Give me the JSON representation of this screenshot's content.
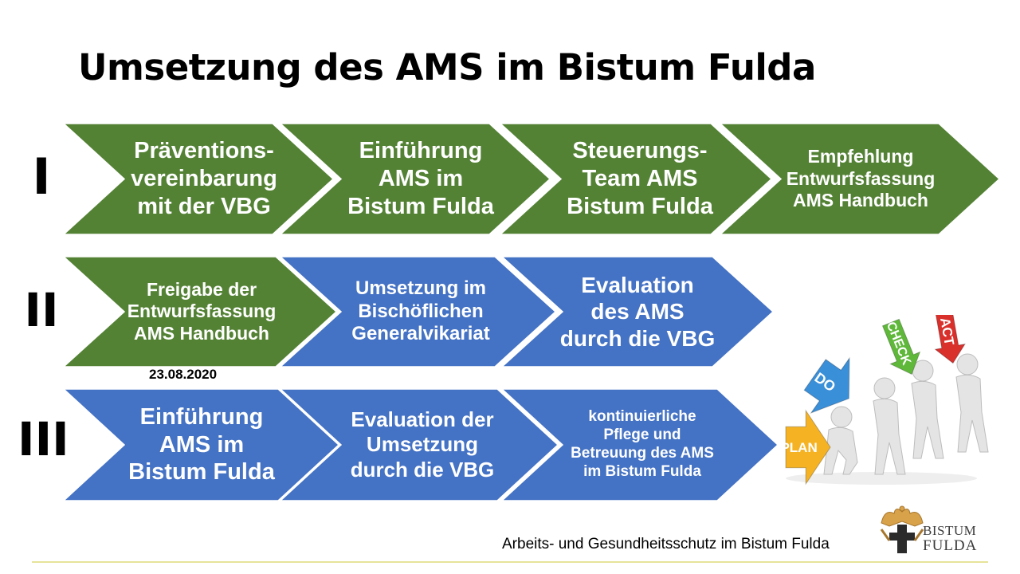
{
  "title": "Umsetzung des AMS im Bistum Fulda",
  "colors": {
    "green": "#548235",
    "green_dark": "#3f6b25",
    "blue": "#4472c4",
    "blue_dark": "#2f5597"
  },
  "rows": [
    {
      "numeral": "I",
      "steps": [
        {
          "lines": [
            "Präventions-",
            "vereinbarung",
            "mit der VBG"
          ],
          "color": "green"
        },
        {
          "lines": [
            "Einführung",
            "AMS im",
            "Bistum Fulda"
          ],
          "color": "green"
        },
        {
          "lines": [
            "Steuerungs-",
            "Team AMS",
            "Bistum Fulda"
          ],
          "color": "green"
        },
        {
          "lines": [
            "Empfehlung",
            "Entwurfsfassung",
            "AMS Handbuch"
          ],
          "color": "green"
        }
      ]
    },
    {
      "numeral": "II",
      "steps": [
        {
          "lines": [
            "Freigabe der",
            "Entwurfsfassung",
            "AMS Handbuch"
          ],
          "color": "green"
        },
        {
          "lines": [
            "Umsetzung im",
            "Bischöflichen",
            "Generalvikariat"
          ],
          "color": "blue"
        },
        {
          "lines": [
            "Evaluation",
            "des AMS",
            "durch die VBG"
          ],
          "color": "blue"
        }
      ]
    },
    {
      "numeral": "III",
      "steps": [
        {
          "lines": [
            "Einführung",
            "AMS im",
            "Bistum Fulda"
          ],
          "color": "blue"
        },
        {
          "lines": [
            "Evaluation der",
            "Umsetzung",
            "durch die VBG"
          ],
          "color": "blue"
        },
        {
          "lines": [
            "kontinuierliche",
            "Pflege und",
            "Betreuung des AMS",
            "im Bistum Fulda"
          ],
          "color": "blue"
        }
      ]
    }
  ],
  "date_note": "23.08.2020",
  "pdca": {
    "labels": [
      "PLAN",
      "DO",
      "CHECK",
      "ACT"
    ],
    "colors": [
      "#f5b324",
      "#3a8fd9",
      "#5fb83a",
      "#d9302c"
    ]
  },
  "footer": "Arbeits- und Gesundheitsschutz im Bistum Fulda",
  "logo": {
    "line1": "BISTUM",
    "line2": "FULDA"
  }
}
